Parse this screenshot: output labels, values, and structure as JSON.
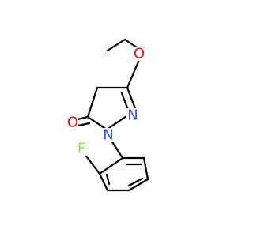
{
  "molecule": {
    "atoms": {
      "O_ether": {
        "label": "O",
        "color": "#ff0d0d"
      },
      "N_imine": {
        "label": "N",
        "color": "#3050f8"
      },
      "N_amide": {
        "label": "N",
        "color": "#3050f8"
      },
      "O_carbonyl": {
        "label": "O",
        "color": "#ff0d0d"
      },
      "F": {
        "label": "F",
        "color": "#90e050"
      }
    },
    "bond_color": "#000000"
  }
}
